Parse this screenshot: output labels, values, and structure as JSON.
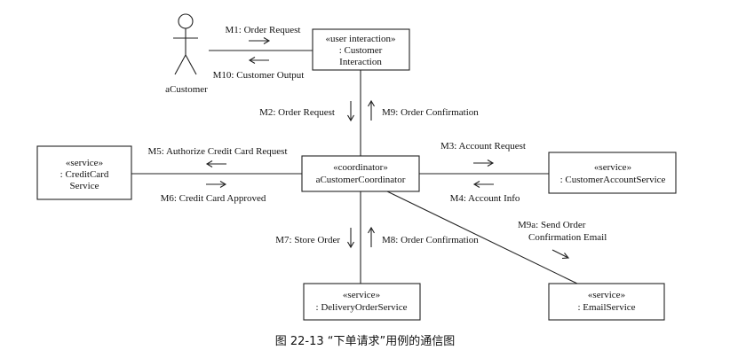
{
  "actor": {
    "name": "aCustomer"
  },
  "objects": {
    "customer_interaction": {
      "stereotype": "«user interaction»",
      "name_line1": ": Customer",
      "name_line2": "Interaction"
    },
    "coordinator": {
      "stereotype": "«coordinator»",
      "name": "aCustomerCoordinator"
    },
    "credit_card": {
      "stereotype": "«service»",
      "name_line1": ": CreditCard",
      "name_line2": "Service"
    },
    "customer_account": {
      "stereotype": "«service»",
      "name": ": CustomerAccountService"
    },
    "delivery_order": {
      "stereotype": "«service»",
      "name": ": DeliveryOrderService"
    },
    "email": {
      "stereotype": "«service»",
      "name": ": EmailService"
    }
  },
  "messages": {
    "m1": "M1: Order Request",
    "m10": "M10: Customer Output",
    "m2": "M2: Order Request",
    "m9": "M9: Order Confirmation",
    "m5": "M5: Authorize Credit Card Request",
    "m6": "M6: Credit Card Approved",
    "m3": "M3: Account Request",
    "m4": "M4: Account Info",
    "m7": "M7: Store Order",
    "m8": "M8: Order Confirmation",
    "m9a_line1": "M9a: Send Order",
    "m9a_line2": "Confirmation Email"
  },
  "caption": "图 22-13 “下单请求”用例的通信图"
}
